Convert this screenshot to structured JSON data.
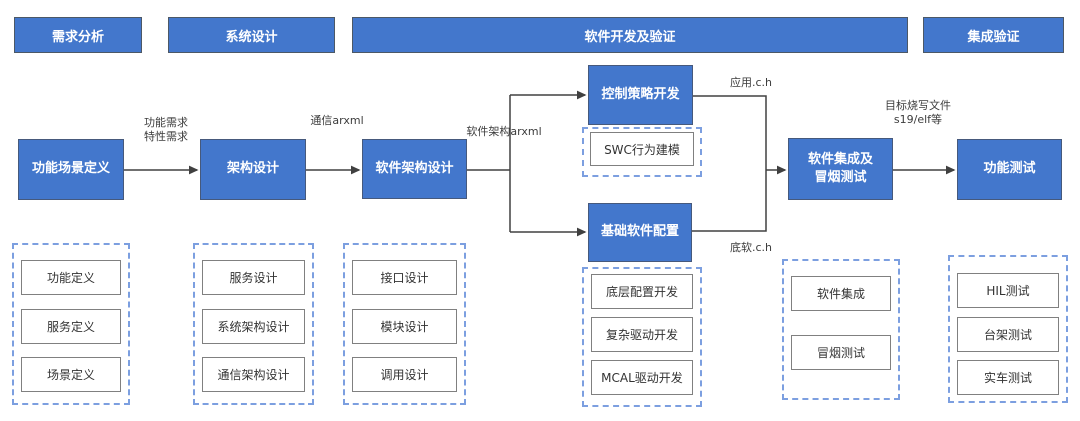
{
  "colors": {
    "node_blue": "#4377cc",
    "dashed_border_blue": "#7c9fe0",
    "connector_dark": "#404040"
  },
  "phases": [
    "需求分析",
    "系统设计",
    "软件开发及验证",
    "集成验证"
  ],
  "nodes": {
    "function_scenario": "功能场景定义",
    "architecture_design": "架构设计",
    "software_architecture_design": "软件架构设计",
    "control_strategy_dev": "控制策略开发",
    "swc_behavior_modeling": "SWC行为建模",
    "basic_software_config": "基础软件配置",
    "software_integration_line1": "软件集成及",
    "software_integration_line2": "冒烟测试",
    "function_test": "功能测试"
  },
  "edge_labels": {
    "requirements_line1": "功能需求",
    "requirements_line2": "特性需求",
    "comm_arxml": "通信arxml",
    "software_arch_arxml": "软件架构arxml",
    "app_files": "应用.c.h",
    "base_files": "底软.c.h",
    "target_files_line1": "目标烧写文件",
    "target_files_line2": "s19/elf等"
  },
  "groups": [
    {
      "items": [
        "功能定义",
        "服务定义",
        "场景定义"
      ]
    },
    {
      "items": [
        "服务设计",
        "系统架构设计",
        "通信架构设计"
      ]
    },
    {
      "items": [
        "接口设计",
        "模块设计",
        "调用设计"
      ]
    },
    {
      "items": [
        "底层配置开发",
        "复杂驱动开发",
        "MCAL驱动开发"
      ]
    },
    {
      "items": [
        "软件集成",
        "冒烟测试"
      ]
    },
    {
      "items": [
        "HIL测试",
        "台架测试",
        "实车测试"
      ]
    }
  ]
}
